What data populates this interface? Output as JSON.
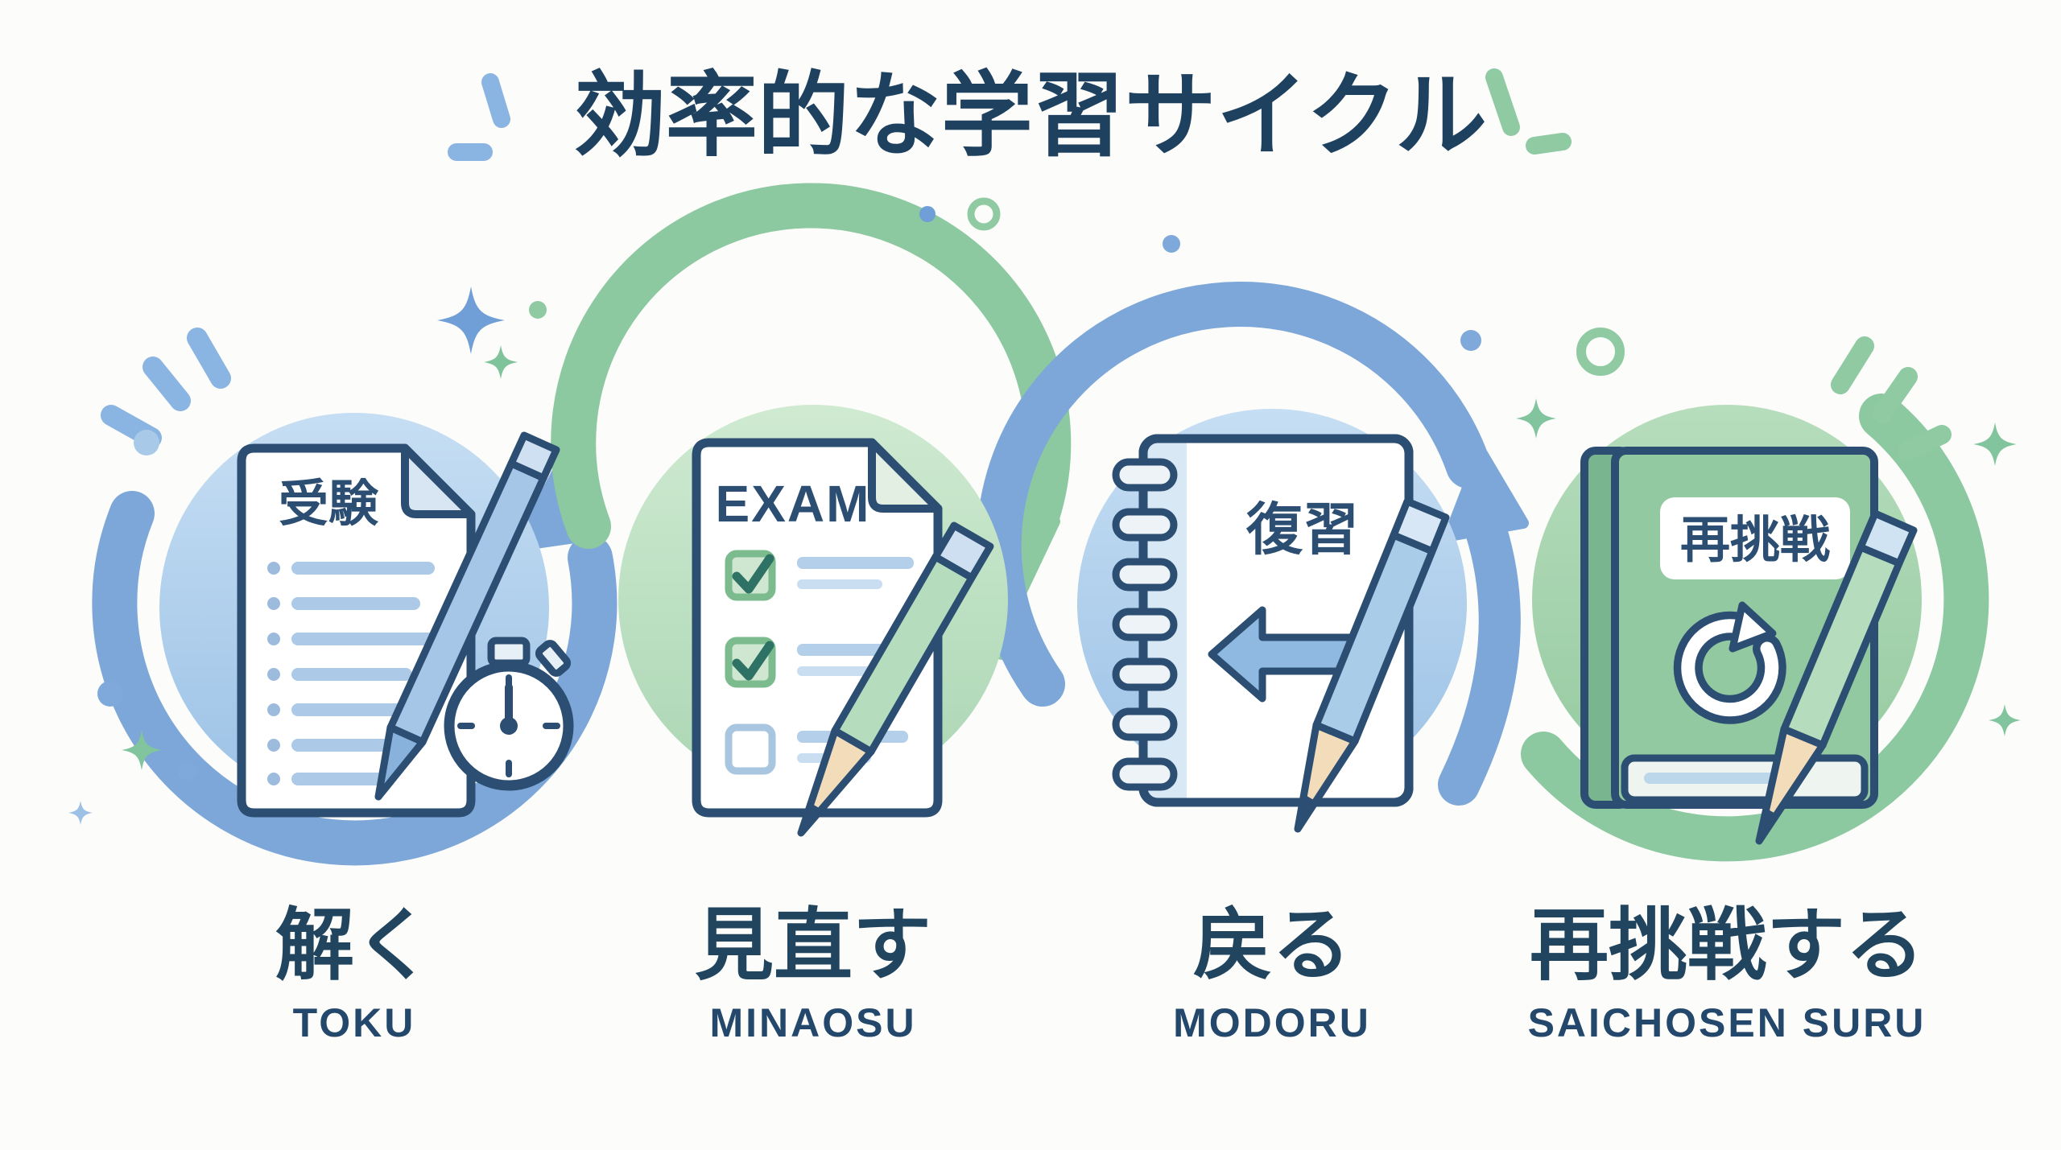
{
  "title": "効率的な学習サイクル",
  "steps": [
    {
      "kanji": "解く",
      "romaji": "TOKU",
      "icon_text": "受験",
      "icon": "exam-paper-pen-stopwatch"
    },
    {
      "kanji": "見直す",
      "romaji": "MINAOSU",
      "icon_text": "EXAM",
      "icon": "checklist-pencil"
    },
    {
      "kanji": "戻る",
      "romaji": "MODORU",
      "icon_text": "復習",
      "icon": "notebook-back-arrow-pencil"
    },
    {
      "kanji": "再挑戦する",
      "romaji": "SAICHOSEN SURU",
      "icon_text": "再挑戦",
      "icon": "book-refresh-pencil"
    }
  ],
  "colors": {
    "navy": "#24486B",
    "blue_ring": "#7CA7D8",
    "light_blue_disc": "#B7D4EE",
    "green_ring": "#8CC8A0",
    "light_green_disc": "#C4E4C9",
    "dark_green_disc": "#A5D2AB",
    "background": "#FCFCFA"
  }
}
